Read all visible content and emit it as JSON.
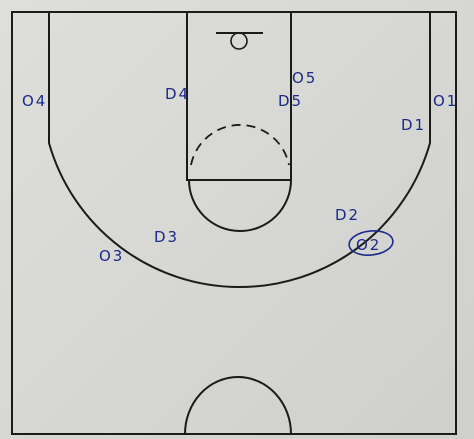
{
  "diagram": {
    "type": "half-court basketball play diagram",
    "ink_color": "#1c2a8c",
    "line_color": "#1b1b1b",
    "ball_handler": "O2",
    "offense": [
      {
        "id": "o1",
        "label": "O1"
      },
      {
        "id": "o2",
        "label": "O2"
      },
      {
        "id": "o3",
        "label": "O3"
      },
      {
        "id": "o4",
        "label": "O4"
      },
      {
        "id": "o5",
        "label": "O5"
      }
    ],
    "defense": [
      {
        "id": "d1",
        "label": "D1"
      },
      {
        "id": "d2",
        "label": "D2"
      },
      {
        "id": "d3",
        "label": "D3"
      },
      {
        "id": "d4",
        "label": "D4"
      },
      {
        "id": "d5",
        "label": "D5"
      }
    ]
  }
}
